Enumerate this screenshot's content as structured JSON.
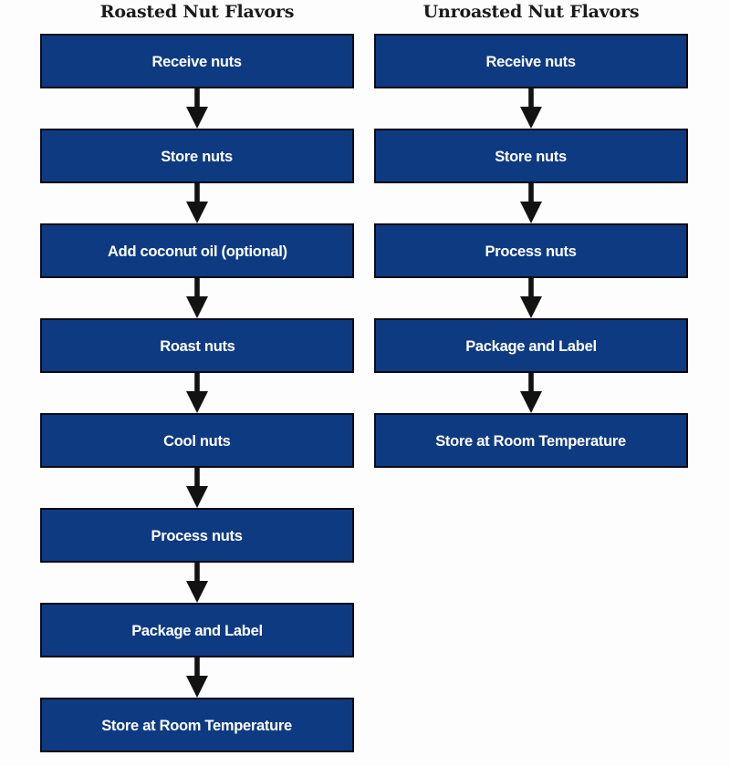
{
  "figure": {
    "type": "flowchart",
    "background_color": "#fdfdfd",
    "node_fill_color": "#0e3a82",
    "node_border_color": "#0b0b16",
    "node_text_color": "#ffffff",
    "arrow_color": "#121212",
    "title_text_color": "#1a1a1a"
  },
  "columns": [
    {
      "id": "roasted",
      "title": "Roasted Nut Flavors",
      "steps": [
        {
          "label": "Receive nuts"
        },
        {
          "label": "Store nuts"
        },
        {
          "label": "Add coconut oil (optional)"
        },
        {
          "label": "Roast nuts"
        },
        {
          "label": "Cool nuts"
        },
        {
          "label": "Process nuts"
        },
        {
          "label": "Package and Label"
        },
        {
          "label": "Store at Room Temperature"
        }
      ]
    },
    {
      "id": "unroasted",
      "title": "Unroasted Nut Flavors",
      "steps": [
        {
          "label": "Receive nuts"
        },
        {
          "label": "Store nuts"
        },
        {
          "label": "Process nuts"
        },
        {
          "label": "Package and Label"
        },
        {
          "label": "Store at Room Temperature"
        }
      ]
    }
  ]
}
